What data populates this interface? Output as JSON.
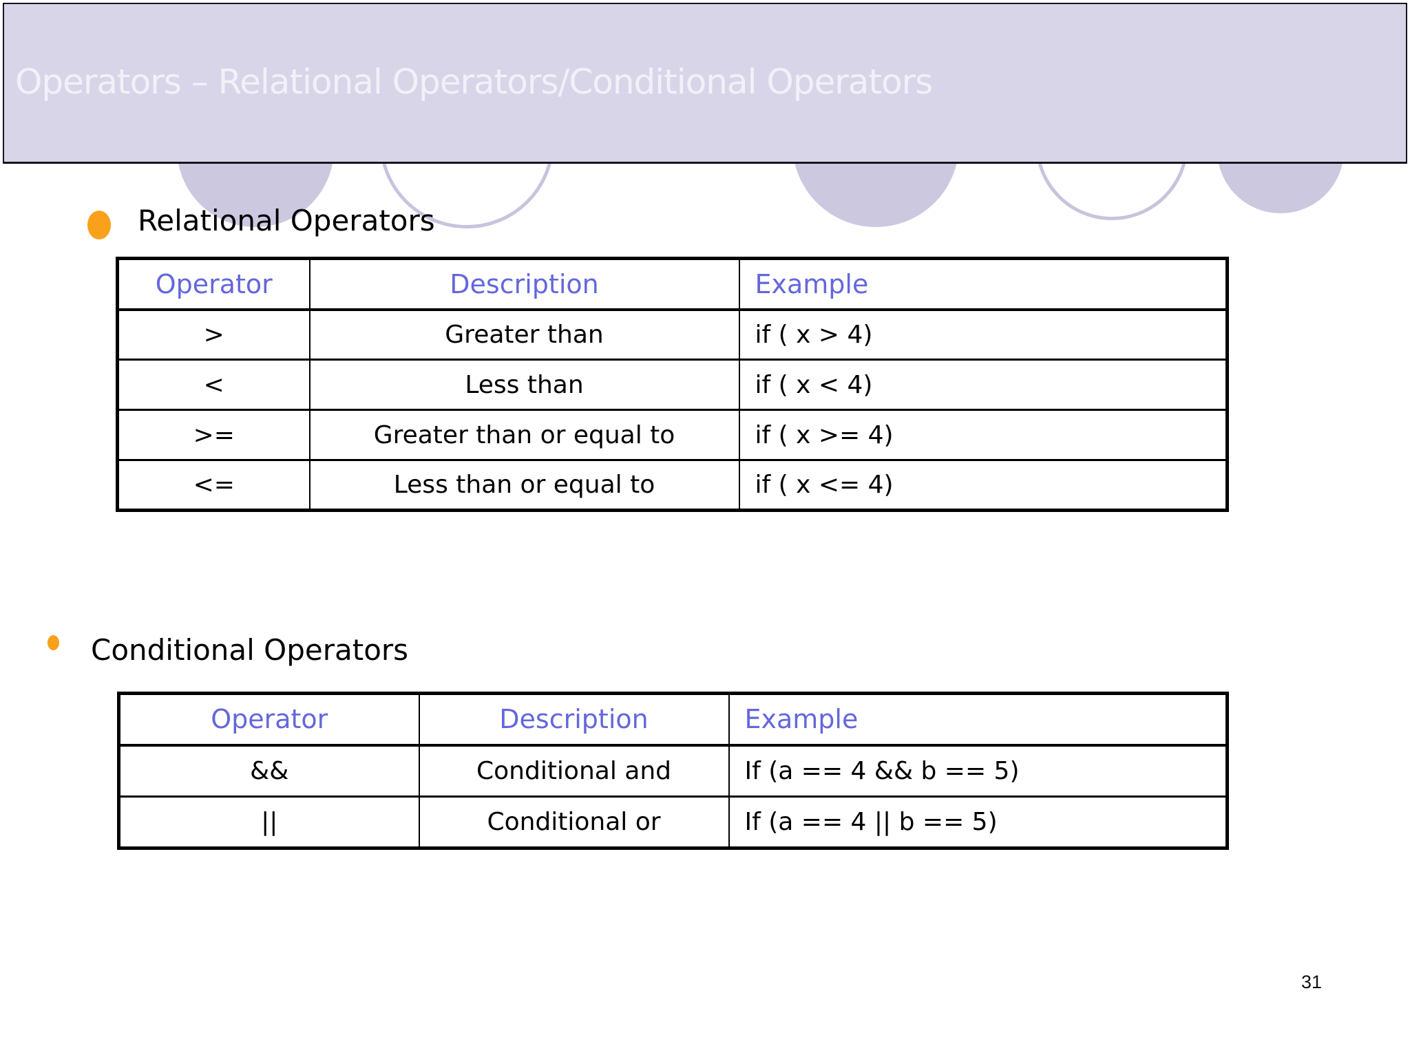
{
  "title": "Operators – Relational Operators/Conditional Operators",
  "page_number": "31",
  "colors": {
    "header_bg": "#D8D5E9",
    "circle_fill": "#CBC8E0",
    "circle_stroke": "#C7C4DE",
    "table_header_text": "#6467DB",
    "bullet_orange": "#F9A11B",
    "title_text": "#F2F0F8"
  },
  "sections": [
    {
      "heading": "Relational Operators",
      "table": {
        "headers": [
          "Operator",
          "Description",
          "Example"
        ],
        "rows": [
          [
            ">",
            "Greater than",
            "if ( x > 4)"
          ],
          [
            "<",
            "Less than",
            "if ( x < 4)"
          ],
          [
            ">=",
            "Greater than or equal to",
            "if ( x >= 4)"
          ],
          [
            "<=",
            "Less than or equal to",
            "if ( x <= 4)"
          ]
        ]
      }
    },
    {
      "heading": "Conditional Operators",
      "table": {
        "headers": [
          "Operator",
          "Description",
          "Example"
        ],
        "rows": [
          [
            "&&",
            "Conditional and",
            "If (a == 4 && b == 5)"
          ],
          [
            "||",
            "Conditional or",
            "If (a == 4 || b == 5)"
          ]
        ]
      }
    }
  ]
}
